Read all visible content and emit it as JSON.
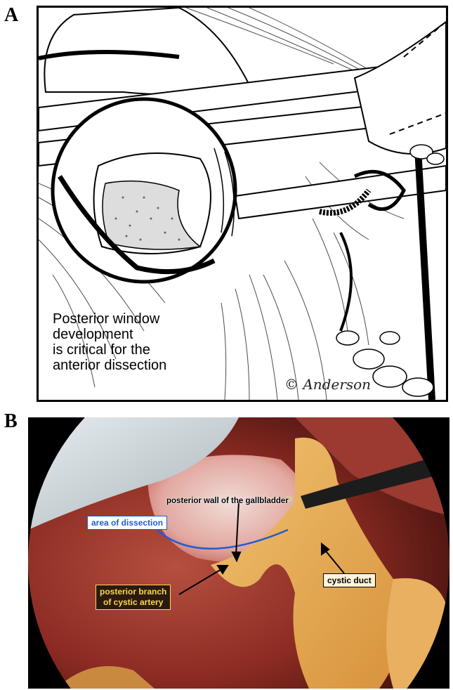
{
  "panels": {
    "a": {
      "letter": "A"
    },
    "b": {
      "letter": "B"
    }
  },
  "panel_a": {
    "caption": "Posterior window\ndevelopment\nis critical for the\nanterior dissection",
    "signature": "© Anderson"
  },
  "panel_b": {
    "labels": {
      "area": "area of dissection",
      "wall": "posterior wall of the gallbladder",
      "branch": "posterior branch\nof cystic artery",
      "duct": "cystic duct"
    },
    "colors": {
      "dissection_line": "#1f5cd6",
      "label_yellow": "#ffd84a"
    }
  }
}
